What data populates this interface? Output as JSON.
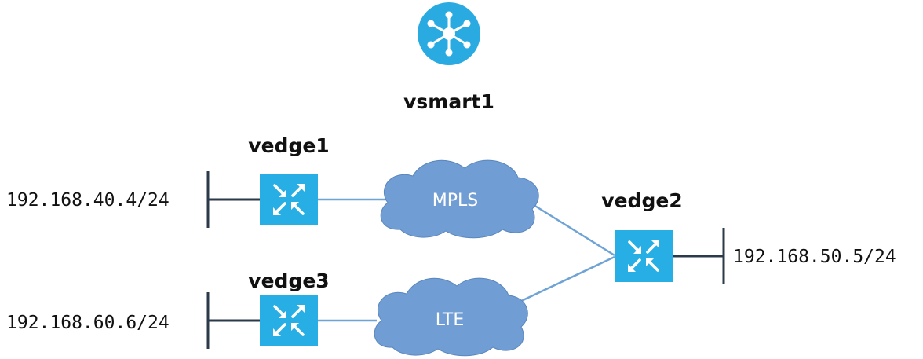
{
  "controller": {
    "name": "vsmart1",
    "icon": "hub-controller-icon",
    "color": "#29abe2"
  },
  "routers": [
    {
      "name": "vedge1",
      "subnet": "192.168.40.4/24"
    },
    {
      "name": "vedge2",
      "subnet": "192.168.50.5/24"
    },
    {
      "name": "vedge3",
      "subnet": "192.168.60.6/24"
    }
  ],
  "transports": [
    {
      "name": "MPLS"
    },
    {
      "name": "LTE"
    }
  ],
  "colors": {
    "router": "#27aee4",
    "cloud": "#6f9dd4",
    "wan_link": "#6fa3d6",
    "lan_link": "#2b3a4a"
  }
}
